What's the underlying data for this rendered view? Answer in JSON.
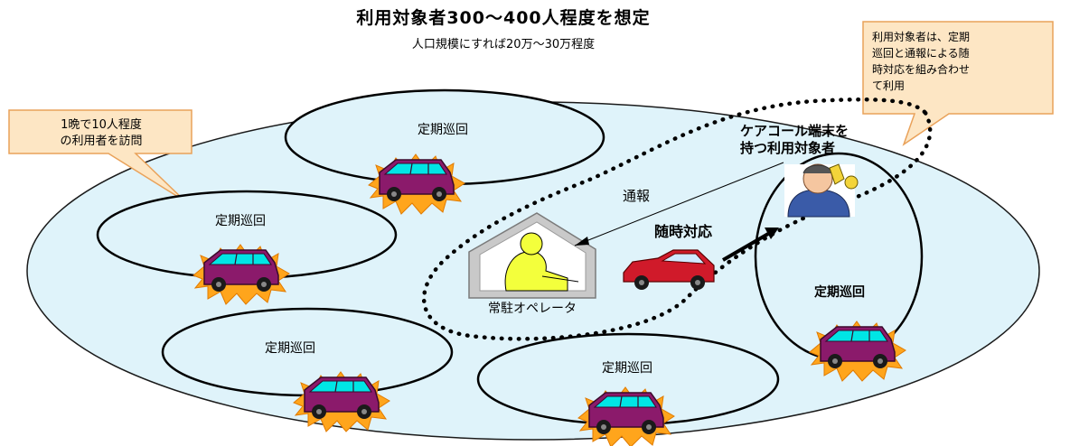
{
  "title": "利用対象者300～400人程度を想定",
  "subtitle": "人口規模にすれば20万～30万程度",
  "callout_left": [
    "1晩で10人程度",
    "の利用者を訪問"
  ],
  "callout_right": [
    "利用対象者は、定期",
    "巡回と通報による随",
    "時対応を組み合わせ",
    "て利用"
  ],
  "patrol_label": "定期巡回",
  "patrol_label_bold": "定期巡回",
  "report_label": "通報",
  "response_label": "随時対応",
  "operator_label": "常駐オペレータ",
  "user_label": [
    "ケアコール端末を",
    "持つ利用対象者"
  ],
  "colors": {
    "area_fill": "#dff3fa",
    "callout_fill": "#fde6c4",
    "callout_stroke": "#e9a25a",
    "van_body": "#8b1a6b",
    "van_window": "#00e5e5",
    "starburst": "#ffa51c",
    "car_body": "#d01a2a"
  },
  "icons": [
    "van-icon",
    "car-icon",
    "operator-icon",
    "user-phone-icon"
  ]
}
